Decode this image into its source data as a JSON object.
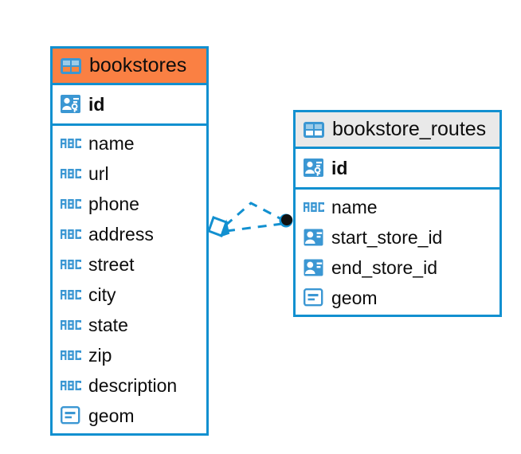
{
  "diagram": {
    "type": "entity-relationship-diagram",
    "colors": {
      "border": "#1290d0",
      "accent_header": "#fa8043",
      "plain_header": "#e9e9e9",
      "icon_blue": "#3b97d3",
      "text": "#0d0d0d",
      "link": "#1290d0",
      "link_endpoint": "#111111",
      "background": "#ffffff"
    },
    "tables": [
      {
        "name": "bookstores",
        "header_style": "accent",
        "table_icon": "table-icon",
        "primary_keys": [
          {
            "label": "id",
            "icon": "primary-key-icon"
          }
        ],
        "fields": [
          {
            "label": "name",
            "icon": "abc-text-icon"
          },
          {
            "label": "url",
            "icon": "abc-text-icon"
          },
          {
            "label": "phone",
            "icon": "abc-text-icon"
          },
          {
            "label": "address",
            "icon": "abc-text-icon"
          },
          {
            "label": "street",
            "icon": "abc-text-icon"
          },
          {
            "label": "city",
            "icon": "abc-text-icon"
          },
          {
            "label": "state",
            "icon": "abc-text-icon"
          },
          {
            "label": "zip",
            "icon": "abc-text-icon"
          },
          {
            "label": "description",
            "icon": "abc-text-icon"
          },
          {
            "label": "geom",
            "icon": "geometry-icon"
          }
        ]
      },
      {
        "name": "bookstore_routes",
        "header_style": "plain",
        "table_icon": "table-icon",
        "primary_keys": [
          {
            "label": "id",
            "icon": "primary-key-icon"
          }
        ],
        "fields": [
          {
            "label": "name",
            "icon": "abc-text-icon"
          },
          {
            "label": "start_store_id",
            "icon": "foreign-key-icon"
          },
          {
            "label": "end_store_id",
            "icon": "foreign-key-icon"
          },
          {
            "label": "geom",
            "icon": "geometry-icon"
          }
        ]
      }
    ],
    "relationship": {
      "style": "dashed",
      "source_marker": "rhombus-marker",
      "target_marker": "filled-circle-marker"
    }
  }
}
